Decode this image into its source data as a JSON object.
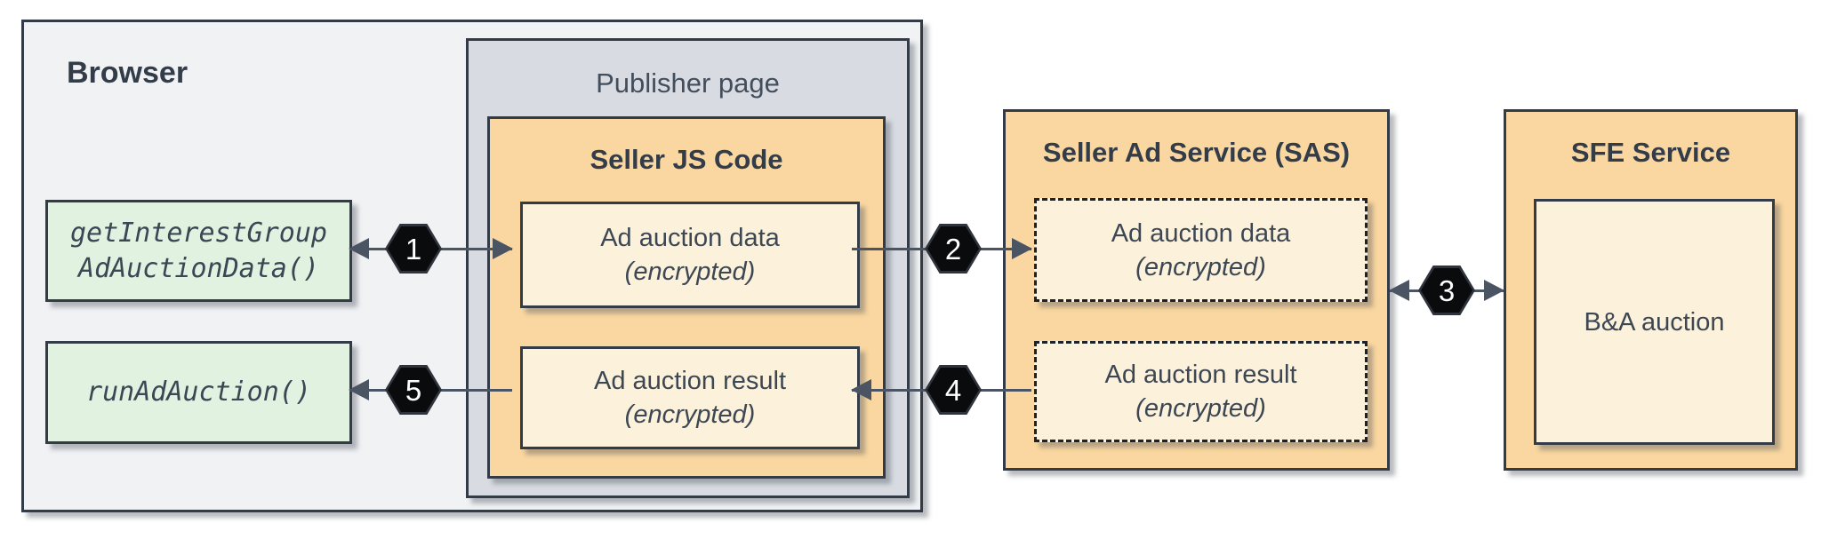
{
  "browser": {
    "label": "Browser",
    "api_boxes": [
      {
        "lines": [
          "getInterestGroup",
          "AdAuctionData()"
        ]
      },
      {
        "lines": [
          "runAdAuction()"
        ]
      }
    ]
  },
  "publisher": {
    "label": "Publisher page"
  },
  "seller_js": {
    "title": "Seller JS Code",
    "items": [
      {
        "title": "Ad auction data",
        "subtitle": "(encrypted)"
      },
      {
        "title": "Ad auction result",
        "subtitle": "(encrypted)"
      }
    ]
  },
  "sas": {
    "title": "Seller Ad Service (SAS)",
    "items": [
      {
        "title": "Ad auction data",
        "subtitle": "(encrypted)"
      },
      {
        "title": "Ad auction result",
        "subtitle": "(encrypted)"
      }
    ]
  },
  "sfe": {
    "title": "SFE Service",
    "inner_label": "B&A auction"
  },
  "steps": [
    {
      "label": "1"
    },
    {
      "label": "2"
    },
    {
      "label": "3"
    },
    {
      "label": "4"
    },
    {
      "label": "5"
    }
  ],
  "colors": {
    "service_fill": "#fad7a0",
    "data_fill": "#fcf2db",
    "api_fill": "#e1f3e0",
    "publisher_fill": "#d8dce2",
    "browser_fill": "#f0f2f4",
    "border": "#333b47",
    "arrow": "#4a5462",
    "step_badge_fill": "#0a0b0d",
    "step_badge_text": "#ffffff",
    "text": "#3d4754"
  }
}
